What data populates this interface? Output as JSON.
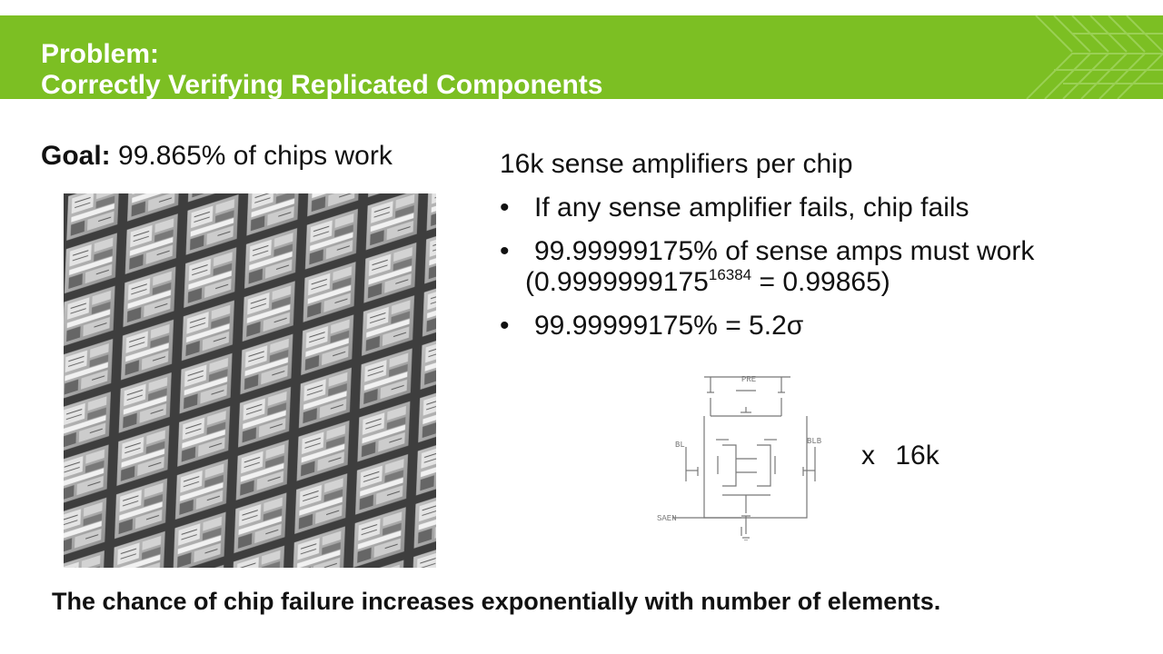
{
  "title": {
    "line1": "Problem:",
    "line2": "Correctly Verifying Replicated Components"
  },
  "goal": {
    "label": "Goal:",
    "text": " 99.865% of chips work"
  },
  "right": {
    "lead": "16k sense amplifiers per chip",
    "bullet_glyph": "•",
    "bullet1": "If any sense amplifier fails, chip fails",
    "bullet2_line1": "99.99999175% of sense amps must work",
    "bullet2_base_open": "(0.9999999175",
    "bullet2_exponent": "16384",
    "bullet2_rest": " = 0.99865)",
    "bullet3": "99.99999175% = 5.2σ"
  },
  "circuit": {
    "label_pre": "PRE",
    "label_bl": "BL",
    "label_blb": "BLB",
    "label_saen": "SAEN"
  },
  "multiplier": "x 16k",
  "footer": "The chance of chip failure increases exponentially with number of elements.",
  "icons": {
    "banner_pattern": "circuit-trace-pattern-icon",
    "wafer": "silicon-wafer-image"
  },
  "colors": {
    "banner": "#7cbf23",
    "title_text": "#ffffff",
    "body_text": "#111111"
  }
}
